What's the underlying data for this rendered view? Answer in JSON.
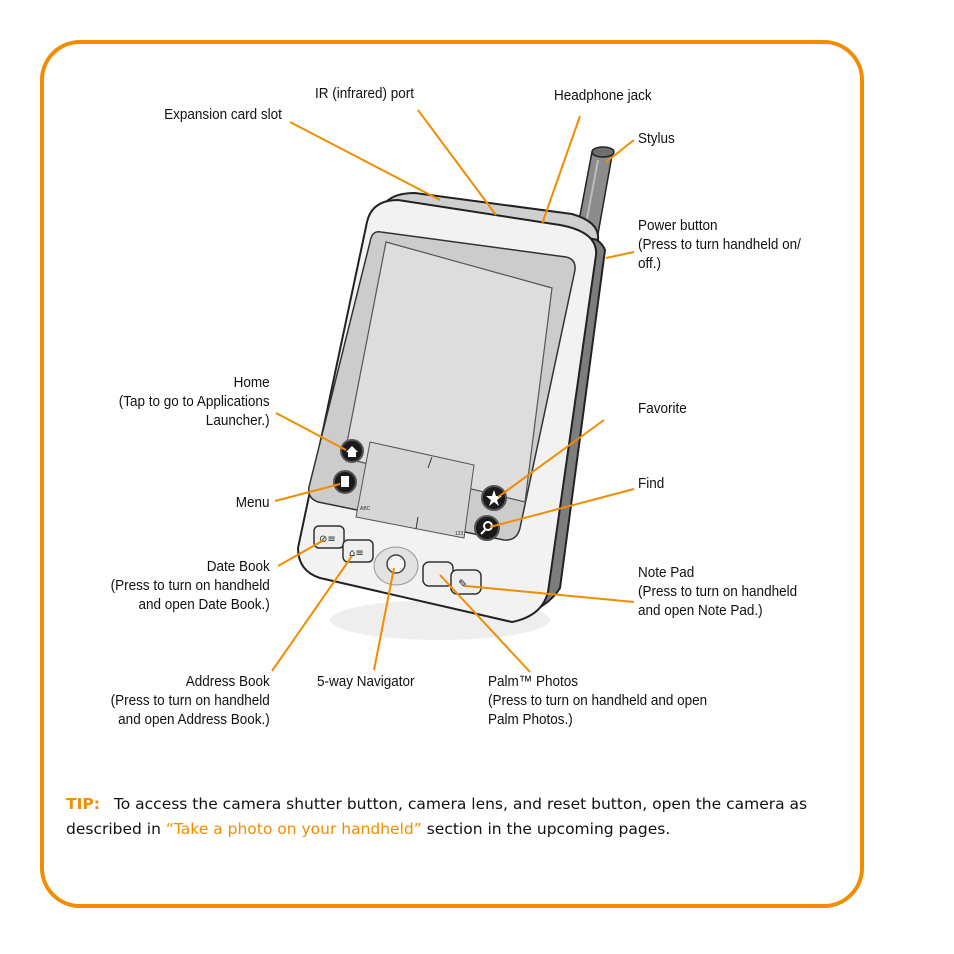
{
  "colors": {
    "accent": "#f28c00",
    "text": "#111111"
  },
  "labels": {
    "expansion_slot": "Expansion card slot",
    "ir_port": "IR (infrared) port",
    "headphone_jack": "Headphone jack",
    "stylus": "Stylus",
    "power_button": {
      "title": "Power button",
      "desc1": "(Press to turn handheld on/",
      "desc2": "off.)"
    },
    "home": {
      "title": "Home",
      "desc1": "(Tap to go to Applications",
      "desc2": "Launcher.)"
    },
    "menu": "Menu",
    "favorite": "Favorite",
    "find": "Find",
    "date_book": {
      "title": "Date Book",
      "desc1": "(Press to turn on handheld",
      "desc2": "and open Date Book.)"
    },
    "note_pad": {
      "title": "Note Pad",
      "desc1": "(Press to turn on handheld",
      "desc2": "and open Note Pad.)"
    },
    "address_book": {
      "title": "Address Book",
      "desc1": "(Press to turn on handheld",
      "desc2": "and open Address Book.)"
    },
    "navigator": "5-way Navigator",
    "palm_photos": {
      "title": "Palm™ Photos",
      "desc1": "(Press to turn on handheld and open",
      "desc2": "Palm Photos.)"
    }
  },
  "device": {
    "graffiti_left": "ABC",
    "graffiti_right": "123"
  },
  "tip": {
    "label": "TIP:",
    "text_before": "To access the camera shutter button, camera lens, and reset button, open the camera as described in ",
    "link": "“Take a photo on your handheld”",
    "text_after": " section in the upcoming pages."
  }
}
